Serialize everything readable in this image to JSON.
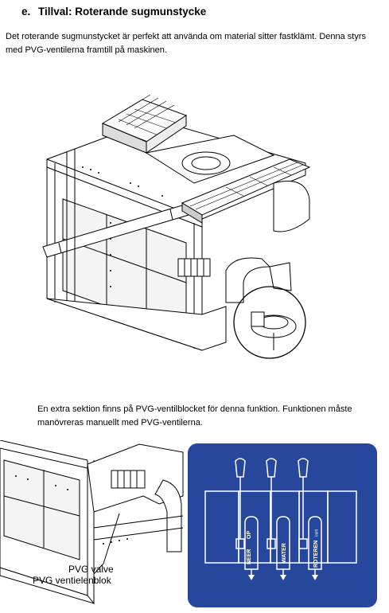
{
  "section": {
    "number": "e.",
    "title": "Tillval: Roterande sugmunstycke"
  },
  "paragraph_1": "Det roterande sugmunstycket är perfekt att använda om material sitter fastklämt. Denna styrs med PVG-ventilerna framtill på maskinen.",
  "paragraph_2": "En extra sektion finns på PVG-ventilblocket för denna funktion. Funktionen måste manövreras manuellt med PVG-ventilerna.",
  "figure_labels": {
    "line1": "PVG valve",
    "line2": "PVG ventielenblok"
  },
  "valve_panel": {
    "background": "#27479c",
    "lever_labels": {
      "neer": "NEER",
      "op": "OP",
      "water": "WATER",
      "roteren": "ROTEREN",
      "roteren_suffix": "(opt)"
    }
  }
}
